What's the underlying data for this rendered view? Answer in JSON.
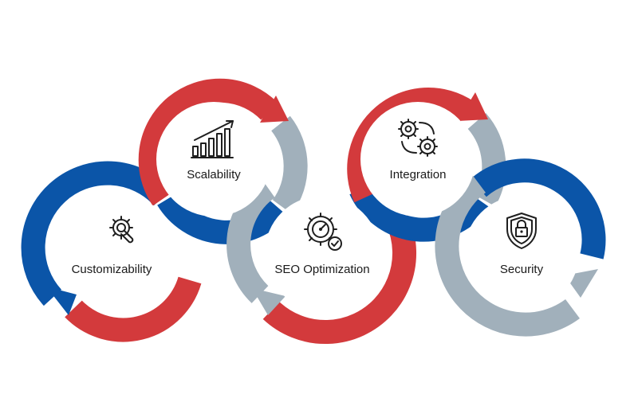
{
  "colors": {
    "blue": "#0b55a8",
    "red": "#d33a3c",
    "gray": "#a1b0bb",
    "background": "#ffffff"
  },
  "nodes": [
    {
      "id": "customizability",
      "label": "Customizability",
      "icon": "wrench-gear-icon"
    },
    {
      "id": "scalability",
      "label": "Scalability",
      "icon": "growth-chart-icon"
    },
    {
      "id": "seo",
      "label": "SEO Optimization",
      "icon": "gear-gauge-check-icon"
    },
    {
      "id": "integration",
      "label": "Integration",
      "icon": "gears-cycle-icon"
    },
    {
      "id": "security",
      "label": "Security",
      "icon": "shield-lock-icon"
    }
  ]
}
